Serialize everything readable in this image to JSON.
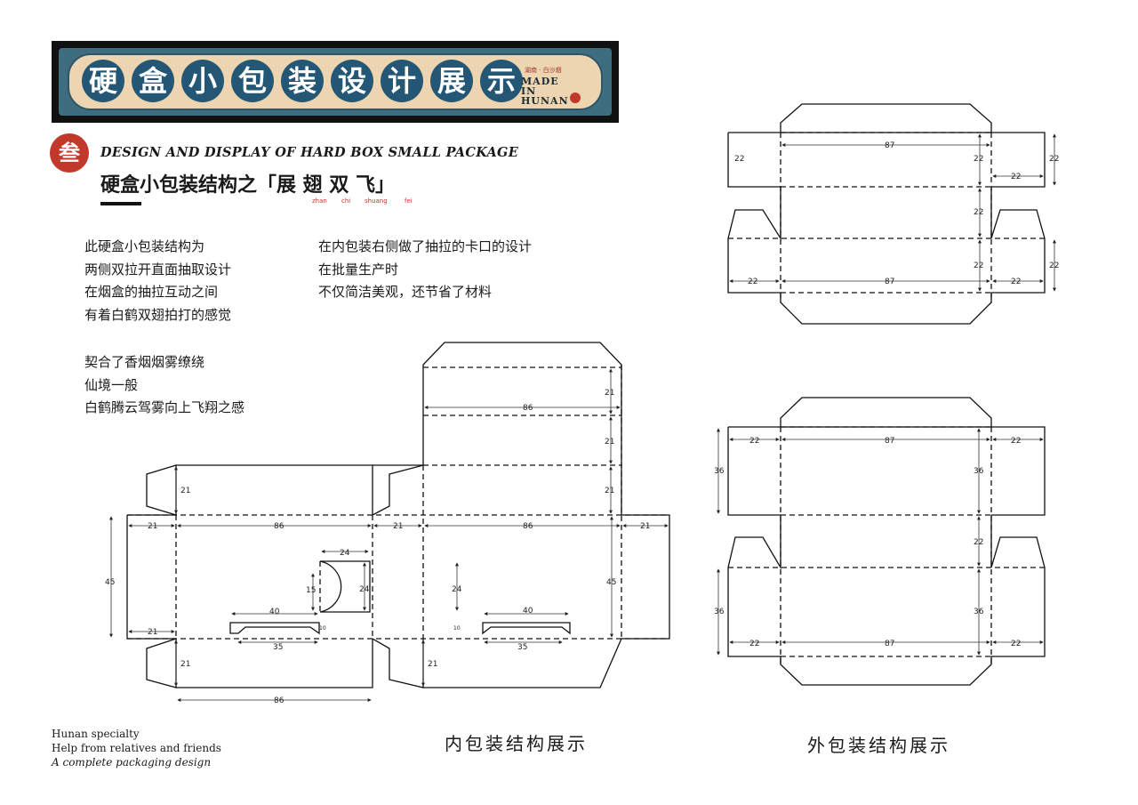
{
  "banner": {
    "title_chars": [
      "硬",
      "盒",
      "小",
      "包",
      "装",
      "设",
      "计",
      "展",
      "示"
    ],
    "small_place": "湖南 · 白沙烟",
    "made_in": [
      "MADE",
      "IN",
      "HUNAN"
    ],
    "colors": {
      "circle": "#245776",
      "frame": "#3f6d80",
      "paper": "#ecd5b0"
    }
  },
  "heading": {
    "seal_char": "叁",
    "english": "DESIGN AND DISPLAY OF HARD BOX SMALL PACKAGE",
    "chinese": "硬盒小包装结构之「展 翅 双 飞」",
    "pinyin": [
      "zhan",
      "chi",
      "shuang",
      "fei"
    ]
  },
  "description": {
    "left_lines": [
      "此硬盒小包装结构为",
      "两侧双拉开直面抽取设计",
      "在烟盒的抽拉互动之间",
      "有着白鹤双翅拍打的感觉"
    ],
    "right_lines": [
      "在内包装右侧做了抽拉的卡口的设计",
      "在批量生产时",
      "不仅简洁美观，还节省了材料"
    ],
    "left_lines_2": [
      "契合了香烟烟雾缭绕",
      "仙境一般",
      "白鹤腾云驾雾向上飞翔之感"
    ]
  },
  "footer": [
    "Hunan specialty",
    "Help from relatives and friends",
    "A complete packaging design"
  ],
  "captions": {
    "inner": "内包装结构展示",
    "outer": "外包装结构展示"
  },
  "dims": {
    "inner": {
      "d21": "21",
      "d86": "86",
      "d45": "45",
      "d24": "24",
      "d15": "15",
      "d40": "40",
      "d35": "35",
      "d10": "10"
    },
    "outer_top": {
      "d87": "87",
      "d22": "22"
    },
    "outer_bottom": {
      "d87": "87",
      "d22": "22",
      "d36": "36"
    }
  }
}
